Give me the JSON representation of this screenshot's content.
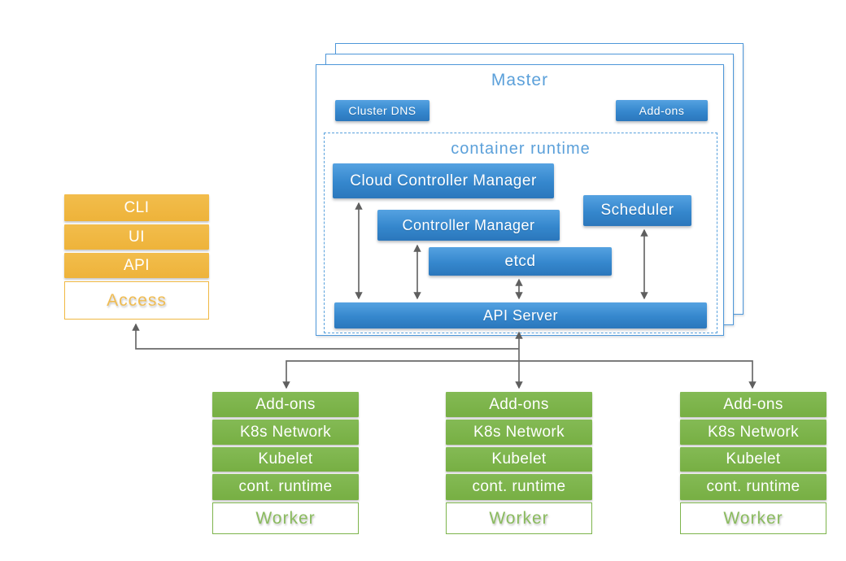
{
  "master": {
    "title": "Master",
    "cluster_dns_label": "Cluster DNS",
    "addons_label": "Add-ons",
    "container_runtime": {
      "title": "container runtime",
      "cloud_controller_manager": "Cloud Controller Manager",
      "controller_manager": "Controller Manager",
      "scheduler": "Scheduler",
      "etcd": "etcd",
      "api_server": "API Server"
    }
  },
  "access_stack": {
    "rows": [
      "CLI",
      "UI",
      "API"
    ],
    "footer": "Access"
  },
  "workers": [
    {
      "rows": [
        "Add-ons",
        "K8s Network",
        "Kubelet",
        "cont. runtime"
      ],
      "footer": "Worker"
    },
    {
      "rows": [
        "Add-ons",
        "K8s Network",
        "Kubelet",
        "cont. runtime"
      ],
      "footer": "Worker"
    },
    {
      "rows": [
        "Add-ons",
        "K8s Network",
        "Kubelet",
        "cont. runtime"
      ],
      "footer": "Worker"
    }
  ],
  "colors": {
    "blue_box_top": "#55a2e1",
    "blue_box_bottom": "#2b77bc",
    "blue_outline": "#4e97d9",
    "blue_title_text": "#5ba0da",
    "orange": "#f0b843",
    "green": "#7db44c",
    "arrow_gray": "#6a6a6a"
  }
}
